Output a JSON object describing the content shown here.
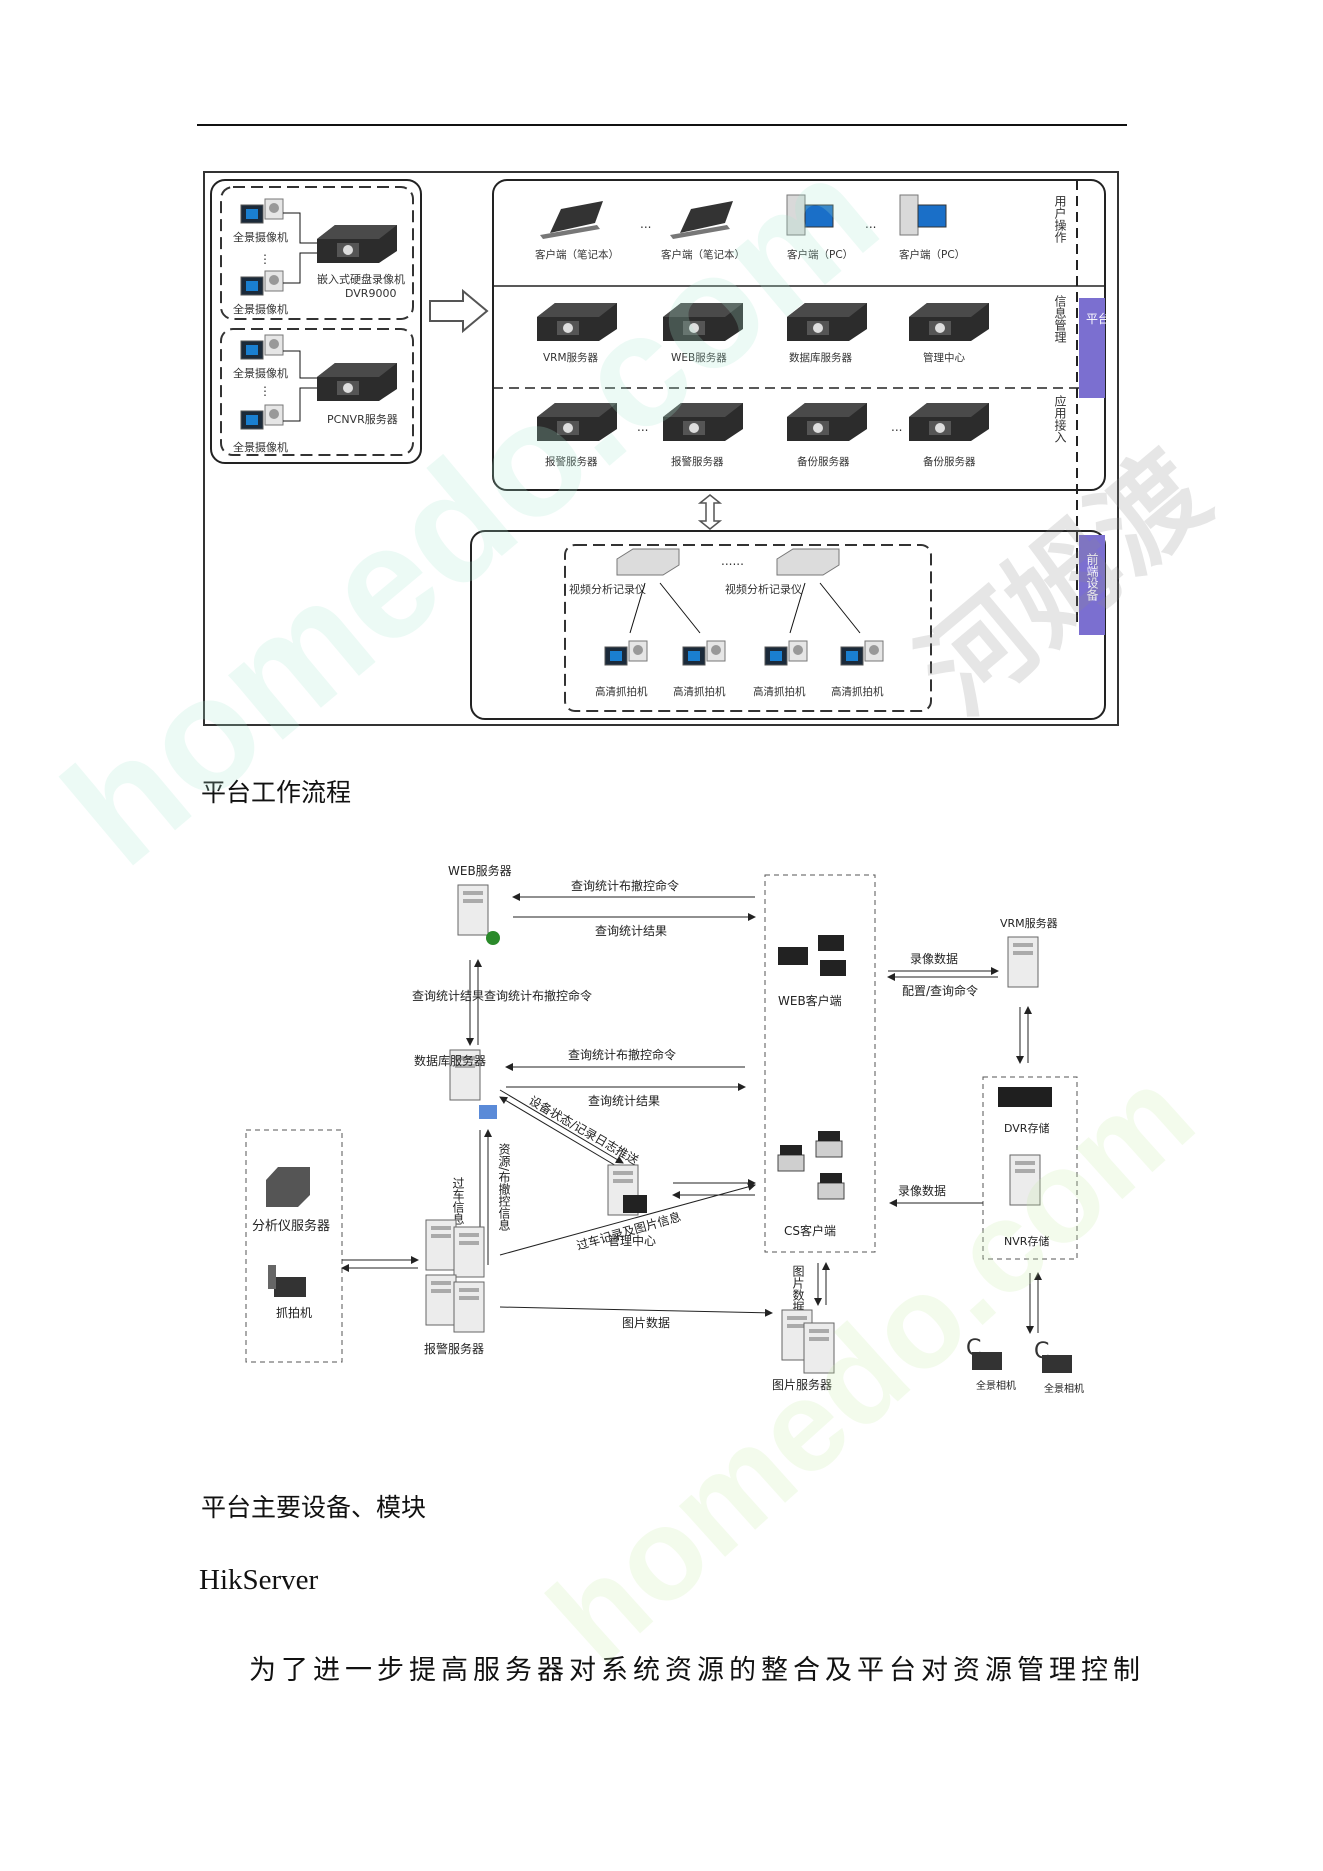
{
  "fig1": {
    "left_group1": {
      "cam1": "全景摄像机",
      "cam2": "全景摄像机",
      "dvr": "嵌入式硬盘录像机",
      "dvr_model": "DVR9000"
    },
    "left_group2": {
      "cam1": "全景摄像机",
      "cam2": "全景摄像机",
      "nvr": "PCNVR服务器"
    },
    "user_row": [
      "客户端（笔记本）",
      "客户端（笔记本）",
      "客户端（PC）",
      "客户端（PC）"
    ],
    "info_row": [
      "VRM服务器",
      "WEB服务器",
      "数据库服务器",
      "管理中心"
    ],
    "app_row": [
      "报警服务器",
      "报警服务器",
      "备份服务器",
      "备份服务器"
    ],
    "side_labels": {
      "user": "用户操作",
      "info": "信息管理",
      "app": "应用接入",
      "front": "前端设备"
    },
    "platform_tab": "平台软件",
    "front_tab": "前端设备",
    "analyzers": [
      "视频分析记录仪",
      "视频分析记录仪"
    ],
    "cameras": [
      "高清抓拍机",
      "高清抓拍机",
      "高清抓拍机",
      "高清抓拍机"
    ],
    "ellipsis": "...",
    "dots": "......"
  },
  "heading1": "平台工作流程",
  "fig2": {
    "web_server": "WEB服务器",
    "query_cmd": "查询统计布撤控命令",
    "query_result": "查询统计结果",
    "web_client": "WEB客户端",
    "vrm_server": "VRM服务器",
    "record_data": "录像数据",
    "config_cmd": "配置/查询命令",
    "left_result": "查询统计结果",
    "left_cmd": "查询统计布撤控命令",
    "db_server": "数据库服务器",
    "query_cmd2": "查询统计布撤控命令",
    "query_result2": "查询统计结果",
    "device_log": "设备状态/记录日志推送",
    "mgmt_center": "管理中心",
    "cs_client": "CS客户端",
    "dvr_storage": "DVR存储",
    "record_data2": "录像数据",
    "nvr_storage": "NVR存储",
    "pass_info": "过车信息",
    "resource_info": "资源/布撤控信息",
    "analyzer_server": "分析仪服务器",
    "capture_cam": "抓拍机",
    "alarm_server": "报警服务器",
    "pass_record": "过车记录及图片信息",
    "pic_data_v": "图片数据",
    "pic_data": "图片数据",
    "pic_server": "图片服务器",
    "pano_cam1": "全景相机",
    "pano_cam2": "全景相机"
  },
  "heading2": "平台主要设备、模块",
  "heading3": "HikServer",
  "paragraph": "为了进一步提高服务器对系统资源的整合及平台对资源管理控制",
  "watermarks": {
    "w1": "homedo.com",
    "w2": "homedo.com",
    "w3": "河姆渡"
  }
}
